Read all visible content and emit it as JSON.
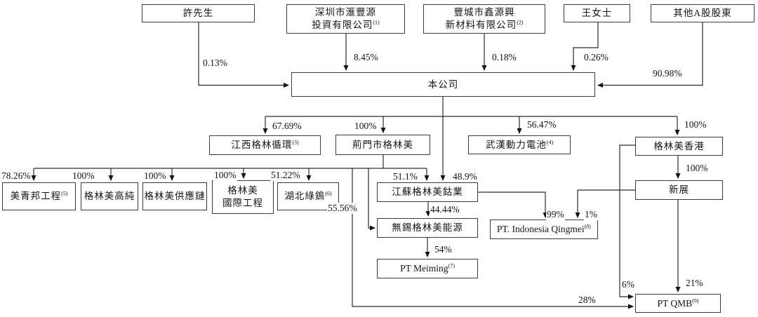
{
  "diagram": {
    "type": "corporate-shareholding-structure",
    "root": "本公司"
  },
  "nodes": {
    "xu": {
      "label": "許先生"
    },
    "shenzhen": {
      "line1": "深圳市滙豐源",
      "line2": "投資有限公司",
      "sup": "(1)"
    },
    "fengcheng": {
      "line1": "豐城市鑫源興",
      "line2": "新材料有限公司",
      "sup": "(2)"
    },
    "wang": {
      "label": "王女士"
    },
    "other_a": {
      "label": "其他A股股東"
    },
    "company": {
      "label": "本公司"
    },
    "jiangxi": {
      "label": "江西格林循環",
      "sup": "(3)"
    },
    "jingmen": {
      "label": "荊門市格林美"
    },
    "wuhan": {
      "label": "武漢動力電池",
      "sup": "(4)"
    },
    "hk": {
      "label": "格林美香港"
    },
    "meiqingbang": {
      "label": "美青邦工程",
      "sup": "(5)"
    },
    "gaochun": {
      "label": "格林美高純"
    },
    "gongyinglian": {
      "label": "格林美供應鏈"
    },
    "guoji": {
      "line1": "格林美",
      "line2": "國際工程"
    },
    "lvwu": {
      "label": "湖北綠鎢",
      "sup": "(6)"
    },
    "jiangsu": {
      "label": "江蘇格林美鈷業"
    },
    "wuxi": {
      "label": "無錫格林美能源"
    },
    "indonesia": {
      "label": "PT. Indonesia Qingmei",
      "sup": "(8)"
    },
    "meiming": {
      "label": "PT Meiming",
      "sup": "(7)"
    },
    "xinzhan": {
      "label": "新展"
    },
    "qmb": {
      "label": "PT QMB",
      "sup": "(9)"
    }
  },
  "edges": [
    {
      "from": "許先生",
      "to": "本公司",
      "pct": "0.13%"
    },
    {
      "from": "深圳市滙豐源投資有限公司",
      "to": "本公司",
      "pct": "8.45%"
    },
    {
      "from": "豐城市鑫源興新材料有限公司",
      "to": "本公司",
      "pct": "0.18%"
    },
    {
      "from": "王女士",
      "to": "本公司",
      "pct": "0.26%"
    },
    {
      "from": "其他A股股東",
      "to": "本公司",
      "pct": "90.98%"
    },
    {
      "from": "本公司",
      "to": "江西格林循環",
      "pct": "67.69%"
    },
    {
      "from": "本公司",
      "to": "荊門市格林美",
      "pct": "100%"
    },
    {
      "from": "本公司",
      "to": "武漢動力電池",
      "pct": "56.47%"
    },
    {
      "from": "本公司",
      "to": "格林美香港",
      "pct": "100%"
    },
    {
      "from": "荊門市格林美",
      "to": "美青邦工程",
      "pct": "78.26%"
    },
    {
      "from": "荊門市格林美",
      "to": "格林美高純",
      "pct": "100%"
    },
    {
      "from": "荊門市格林美",
      "to": "格林美供應鏈",
      "pct": "100%"
    },
    {
      "from": "荊門市格林美",
      "to": "格林美國際工程",
      "pct": "100%"
    },
    {
      "from": "荊門市格林美",
      "to": "湖北綠鎢",
      "pct": "51.22%"
    },
    {
      "from": "荊門市格林美",
      "to": "江蘇格林美鈷業",
      "pct": "51.1%"
    },
    {
      "from": "本公司",
      "to": "江蘇格林美鈷業",
      "pct": "48.9%"
    },
    {
      "from": "荊門市格林美",
      "to": "無錫格林美能源",
      "pct": "55.56%"
    },
    {
      "from": "江蘇格林美鈷業",
      "to": "無錫格林美能源",
      "pct": "44.44%"
    },
    {
      "from": "江蘇格林美鈷業",
      "to": "PT. Indonesia Qingmei",
      "pct": "99%"
    },
    {
      "from": "新展",
      "to": "PT. Indonesia Qingmei",
      "pct": "1%"
    },
    {
      "from": "無錫格林美能源",
      "to": "PT Meiming",
      "pct": "54%"
    },
    {
      "from": "格林美香港",
      "to": "新展",
      "pct": "100%"
    },
    {
      "from": "格林美香港",
      "to": "PT QMB",
      "pct": "6%"
    },
    {
      "from": "新展",
      "to": "PT QMB",
      "pct": "21%"
    },
    {
      "from": "荊門市格林美",
      "to": "PT QMB",
      "pct": "28%"
    }
  ]
}
